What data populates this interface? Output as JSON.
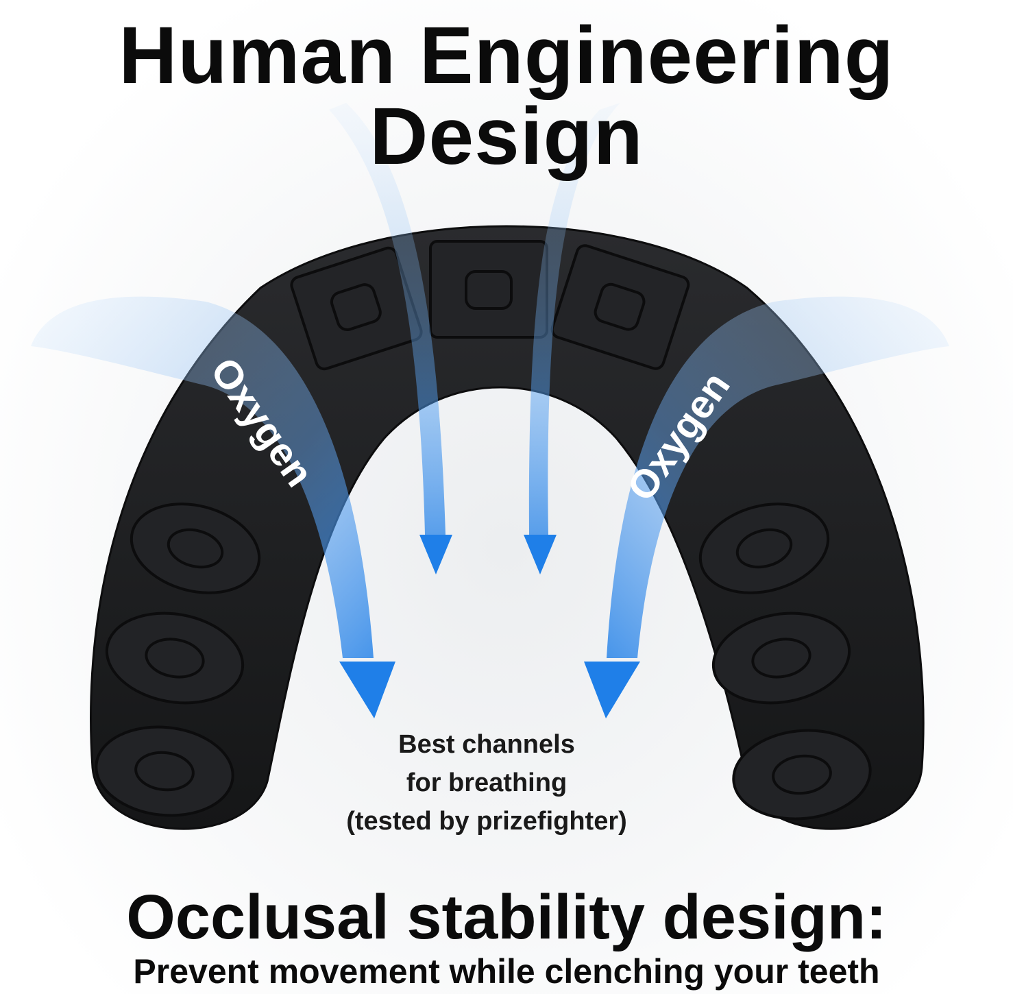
{
  "headline": "Human Engineering Design",
  "flow_labels": {
    "left": "Oxygen",
    "right": "Oxygen"
  },
  "channel_note": {
    "line1": "Best channels",
    "line2": "for breathing",
    "line3": "(tested by prizefighter)"
  },
  "footer": {
    "title": "Occlusal stability design:",
    "subtitle": "Prevent movement while clenching your teeth"
  },
  "colors": {
    "guard": "#1d1e20",
    "arrow": "#1f7fe8",
    "text": "#0b0b0b"
  }
}
